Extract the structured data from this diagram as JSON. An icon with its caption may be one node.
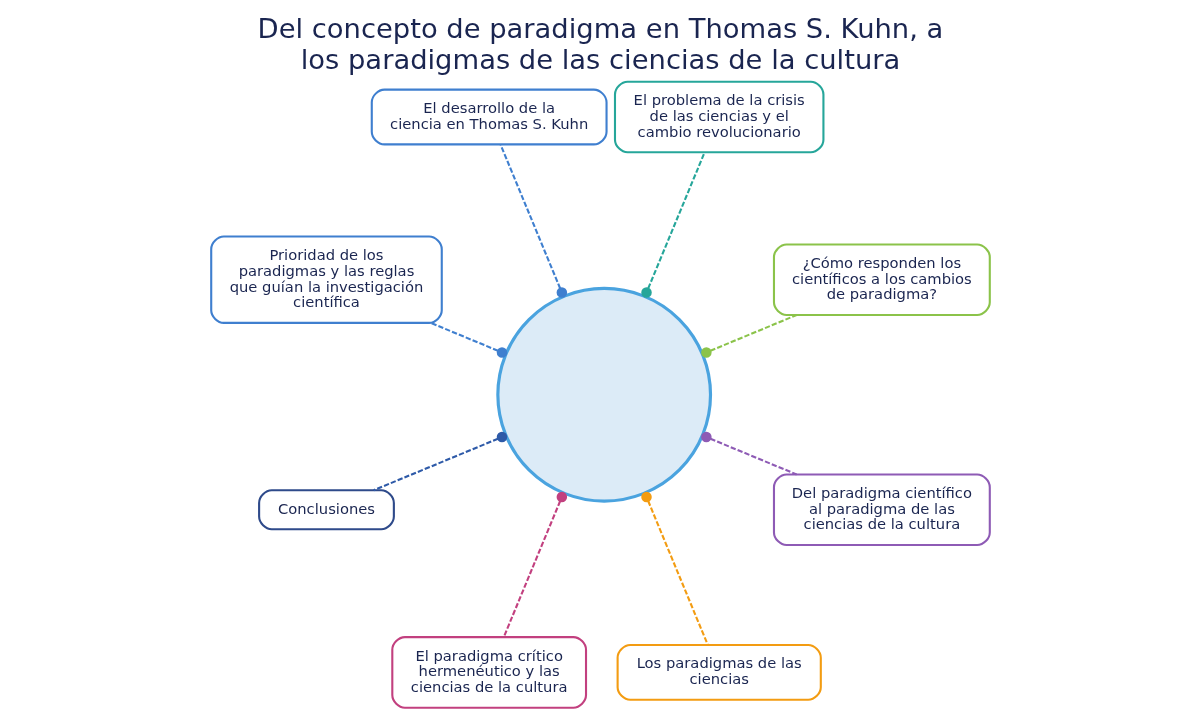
{
  "diagram": {
    "title": "Del concepto de paradigma en Thomas S. Kuhn, a los paradigmas de las ciencias de la cultura",
    "nodes": [
      {
        "text": [],
        "shape": "picture"
      },
      {
        "text": [
          "¿Cómo responden los científicos a los cambios de paradigma?"
        ]
      },
      {
        "text": [
          "El problema de la crisis de las ciencias y el cambio revolucionario"
        ]
      },
      {
        "text": [
          "El desarrollo de la ciencia en Thomas S. Kuhn"
        ]
      },
      {
        "text": [
          "Prioridad de los paradigmas y las reglas que guían la investigación científica"
        ]
      },
      {
        "text": [
          "Conclusiones"
        ]
      },
      {
        "text": [
          "El paradigma crítico hermenéutico y las ciencias de la cultura"
        ]
      },
      {
        "text": [
          "Los paradigmas de las ciencias"
        ]
      },
      {
        "text": [
          "Del paradigma científico al paradigma de las ciencias de la cultura"
        ]
      }
    ],
    "edges": [
      {
        "from": 0,
        "to": 1,
        "arrow": "other",
        "style": "dashed",
        "color": "#8bc34a"
      },
      {
        "from": 0,
        "to": 2,
        "arrow": "other",
        "style": "dashed",
        "color": "#26a69a"
      },
      {
        "from": 0,
        "to": 3,
        "arrow": "other",
        "style": "dashed",
        "color": "#3f7fcf"
      },
      {
        "from": 0,
        "to": 4,
        "arrow": "other",
        "style": "dashed",
        "color": "#3f7fcf"
      },
      {
        "from": 0,
        "to": 5,
        "arrow": "other",
        "style": "dashed",
        "color": "#2e5aa8"
      },
      {
        "from": 0,
        "to": 6,
        "arrow": "other",
        "style": "dashed",
        "color": "#c2407f"
      },
      {
        "from": 0,
        "to": 7,
        "arrow": "other",
        "style": "dashed",
        "color": "#f39c12"
      },
      {
        "from": 0,
        "to": 8,
        "arrow": "other",
        "style": "dashed",
        "color": "#8e5bb5"
      }
    ]
  }
}
